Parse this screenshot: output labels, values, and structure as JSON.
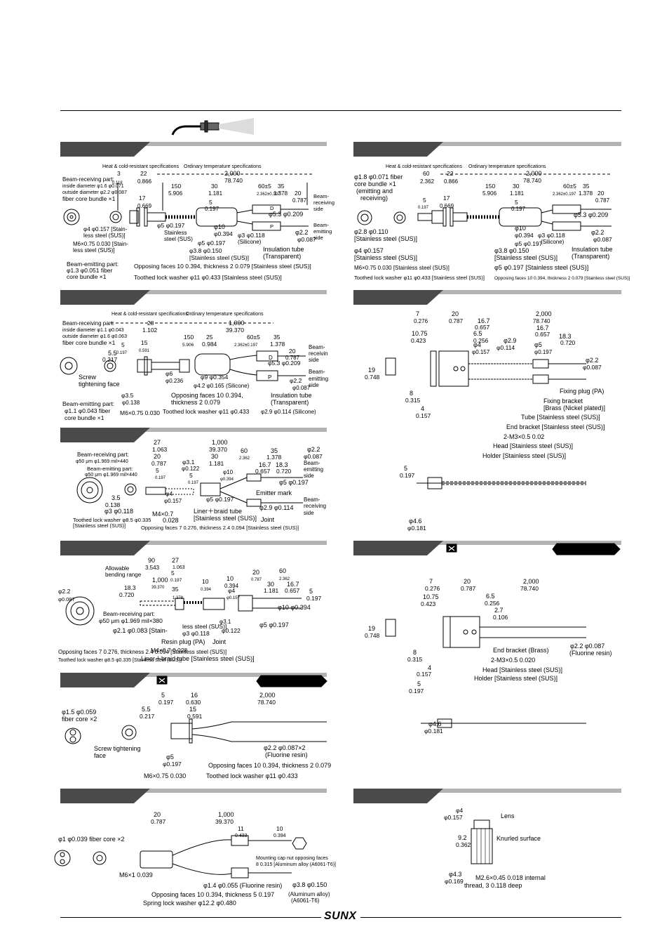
{
  "brand": "SUNX",
  "panels": [
    {
      "id": "p1",
      "labels": [
        "Heat & cold-resistant specifications",
        "Ordinary temperature specifications",
        "Beam-receiving part:",
        "inside diameter φ1.6 φ0.071",
        "outside diameter φ2.2 φ0.087",
        "fiber core bundle ×1",
        "φ4 φ0.157 [Stain-",
        "less steel (SUS)]",
        "M6×0.75 0.030 [Stain-",
        "less steel (SUS)]",
        "Beam-emitting part:",
        "φ1.3 φ0.051 fiber",
        "core bundle ×1",
        "φ5 φ0.197",
        "Stainless",
        "steel (SUS)",
        "φ10",
        "φ0.394",
        "φ5 φ0.197",
        "φ3.8 φ0.150",
        "[Stainless steel (SUS)]",
        "φ3 φ0.118",
        "(Silicone)",
        "φ5.3 φ0.209",
        "φ2.2",
        "φ0.087",
        "Insulation tube",
        "(Transparent)",
        "Opposing faces 10 0.394, thickness 2 0.079 [Stainless steel (SUS)]",
        "Toothed lock washer φ11 φ0.433 [Stainless steel (SUS)]",
        "Beam-",
        "receiving",
        "side",
        "Beam-",
        "emitting",
        "side",
        "3",
        "0.118",
        "22",
        "0.866",
        "17",
        "0.669",
        "150",
        "5.906",
        "30",
        "1.181",
        "5",
        "0.197",
        "2,000",
        "78.740",
        "60±5",
        "2.362±0.197",
        "35",
        "1.378",
        "20",
        "0.787",
        "D",
        "P"
      ]
    },
    {
      "id": "p2",
      "labels": [
        "Heat & cold-resistant specifications",
        "Ordinary temperature specifications",
        "φ1.8 φ0.071 fiber",
        "core bundle ×1",
        "(emitting and",
        "receiving)",
        "φ2.8 φ0.110",
        "[Stainless steel (SUS)]",
        "φ4 φ0.157",
        "[Stainless steel (SUS)]",
        "M6×0.75 0.030 [Stainless steel (SUS)]",
        "Toothed lock washer φ11 φ0.433 [Stainless steel (SUS)]",
        "Opposing faces 10 0.394, thickness 2 0.079 [Stainless steel (SUS)]",
        "φ5 φ0.197 [Stainless steel (SUS)]",
        "φ3.8 φ0.150",
        "[Stainless steel (SUS)]",
        "φ10",
        "φ0.394",
        "φ5 φ0.197",
        "φ3 φ0.118",
        "(Silicone)",
        "φ5.3 φ0.209",
        "φ2.2",
        "φ0.087",
        "Insulation tube",
        "(Transparent)",
        "5",
        "0.197",
        "60",
        "2.362",
        "22",
        "0.866",
        "17",
        "0.669",
        "150",
        "5.906",
        "30",
        "1.181",
        "5",
        "0.197",
        "2,000",
        "78.740",
        "60±5",
        "2.362±0.197",
        "35",
        "1.378",
        "20",
        "0.787"
      ]
    },
    {
      "id": "p3",
      "labels": [
        "Heat & cold-resistant specifications",
        "Ordinary temperature specifications",
        "Beam-receiving part:",
        "inside diameter φ1.1 φ0.043",
        "outside diameter φ1.6 φ0.063",
        "fiber core bundle ×1",
        "Screw",
        "tightening face",
        "5.5",
        "0.217",
        "5",
        "0.197",
        "15",
        "0.591",
        "28",
        "1.102",
        "150",
        "5.906",
        "25",
        "0.984",
        "1,000",
        "39.370",
        "60±5",
        "2.362±0.197",
        "35",
        "1.378",
        "20",
        "0.787",
        "φ6",
        "φ0.236",
        "φ9 φ0.354",
        "φ4.2 φ0.165 (Silicone)",
        "φ3.5",
        "φ0.138",
        "Beam-emitting part:",
        "φ1.1 φ0.043 fiber",
        "core bundle ×1",
        "M6×0.75 0.030",
        "Opposing faces 10 0.394,",
        "thickness 2 0.079",
        "Toothed lock washer φ11 φ0.433",
        "Insulation tube",
        "(Transparent)",
        "φ2.9 φ0.114 (Silicone)",
        "φ5.3 φ0.209",
        "φ2.2",
        "φ0.087",
        "Beam-",
        "receivin",
        "side",
        "Beam-",
        "emitting",
        "side",
        "D",
        "P"
      ]
    },
    {
      "id": "p4",
      "labels": [
        "7",
        "0.276",
        "20",
        "0.787",
        "2,000",
        "78.740",
        "16.7",
        "0.657",
        "6.5",
        "0.256",
        "φ2.9",
        "φ0.114",
        "16.7",
        "0.657",
        "18.3",
        "0.720",
        "10.75",
        "0.423",
        "φ4",
        "φ0.157",
        "φ5",
        "φ0.197",
        "φ2.2",
        "φ0.087",
        "19",
        "0.748",
        "8",
        "0.315",
        "4",
        "0.157",
        "Fixing plug (PA)",
        "Fixing bracket",
        "[Brass (Nickel plated)]",
        "Tube [Stainless steel (SUS)]",
        "End bracket [Stainless steel (SUS)]",
        "2-M3×0.5 0.02",
        "Head [Stainless steel (SUS)]",
        "Holder [Stainless steel (SUS)]",
        "5",
        "0.197",
        "φ4.6",
        "φ0.181"
      ]
    },
    {
      "id": "p5",
      "labels": [
        "Beam-receiving part:",
        "φ50 μm φ1.969 mil×440",
        "Beam-emitting part:",
        "φ50 μm φ1.969 mil×440",
        "27",
        "1.063",
        "1,000",
        "39.370",
        "φ2.2",
        "φ0.087",
        "20",
        "0.787",
        "φ3.1",
        "φ0.122",
        "30",
        "1.181",
        "60",
        "2.362",
        "35",
        "1.378",
        "16.7",
        "0.657",
        "18.3",
        "0.720",
        "5",
        "0.197",
        "5",
        "0.197",
        "φ10",
        "φ0.394",
        "3.5",
        "0.138",
        "φ4",
        "φ0.157",
        "φ5 φ0.197",
        "φ5 φ0.197",
        "Emitter mark",
        "φ2.9 φ0.114",
        "Joint",
        "M4×0.7",
        "0.028",
        "Liner＋braid tube",
        "[Stainless steel (SUS)]",
        "φ3 φ0.118",
        "Toothed lock washer φ8.5 φ0.335",
        "[Stainless steel (SUS)]",
        "Opposing faces 7 0.276, thickness 2.4 0.094 [Stainless steel (SUS)]",
        "Beam-",
        "emitting",
        "side",
        "Beam-",
        "receiving",
        "side"
      ]
    },
    {
      "id": "p6",
      "labels": [
        "Allowable",
        "bending range",
        "90",
        "3.543",
        "27",
        "1.063",
        "1,000",
        "39.370",
        "5",
        "0.197",
        "20",
        "0.787",
        "60",
        "2.362",
        "35",
        "1.378",
        "10",
        "0.394",
        "30",
        "1.181",
        "16.7",
        "0.657",
        "18.3",
        "0.720",
        "10",
        "0.394",
        "φ4",
        "φ0.157",
        "5",
        "0.197",
        "φ2.2",
        "φ0.087",
        "Beam-receiving part:",
        "φ50 μm φ1.969 mil×380",
        "φ2.1 φ0.083 [Stain-",
        "less steel (SUS)]",
        "φ3 φ0.118",
        "φ3.1",
        "φ0.122",
        "φ10 φ0.394",
        "φ5 φ0.197",
        "Resin plug (PA)",
        "Joint",
        "M4×0.7 0.028",
        "Liner＋braid tube [Stainless steel (SUS)]",
        "Opposing faces 7 0.276, thickness 2.4 0.094 [Stainless steel (SUS)]",
        "Toothed lock washer φ8.5 φ0.335 [Stainless steel (SUS)]",
        "Beam-emitting part:",
        "φ50 μm φ1.969 mil×380"
      ]
    },
    {
      "id": "p7",
      "labels": [
        "7",
        "0.276",
        "20",
        "0.787",
        "2,000",
        "78.740",
        "10.75",
        "0.423",
        "6.5",
        "0.256",
        "2.7",
        "0.106",
        "19",
        "0.748",
        "8",
        "0.315",
        "4",
        "0.157",
        "5",
        "0.197",
        "End bracket (Brass)",
        "2-M3×0.5 0.020",
        "Head [Stainless steel (SUS)]",
        "Holder [Stainless steel (SUS)]",
        "φ2.2 φ0.087",
        "(Fluorine resin)",
        "φ4.6",
        "φ0.181"
      ]
    },
    {
      "id": "p8",
      "labels": [
        "φ1.5 φ0.059",
        "fiber core ×2",
        "5",
        "0.197",
        "5.5",
        "0.217",
        "16",
        "0.630",
        "15",
        "0.591",
        "2,000",
        "78.740",
        "Screw tightening",
        "face",
        "φ5",
        "φ0.197",
        "M6×0.75 0.030",
        "φ2.2 φ0.087×2",
        "(Fluorine resin)",
        "Opposing faces 10 0.394, thickness 2 0.079",
        "Toothed lock washer φ11 φ0.433"
      ]
    },
    {
      "id": "p9",
      "labels": [
        "φ1 φ0.039 fiber core ×2",
        "20",
        "0.787",
        "1,000",
        "39.370",
        "11",
        "0.433",
        "10",
        "0.394",
        "M6×1 0.039",
        "Mounting cap nut opposing faces",
        "8 0.315 [Aluminum alloy (A6061-T6)]",
        "φ1.4 φ0.055 (Fluorine resin)",
        "φ3.8 φ0.150",
        "(Aluminum alloy)",
        "(A6061-T6)",
        "Opposing faces 10 0.394, thickness 5 0.197",
        "Spring lock washer φ12.2 φ0.480"
      ]
    },
    {
      "id": "p10",
      "labels": [
        "φ4",
        "φ0.157",
        "Lens",
        "9.2",
        "0.362",
        "Knurled surface",
        "φ4.3",
        "φ0.169",
        "M2.6×0.45 0.018 internal",
        "thread, 3 0.118 deep"
      ]
    }
  ]
}
